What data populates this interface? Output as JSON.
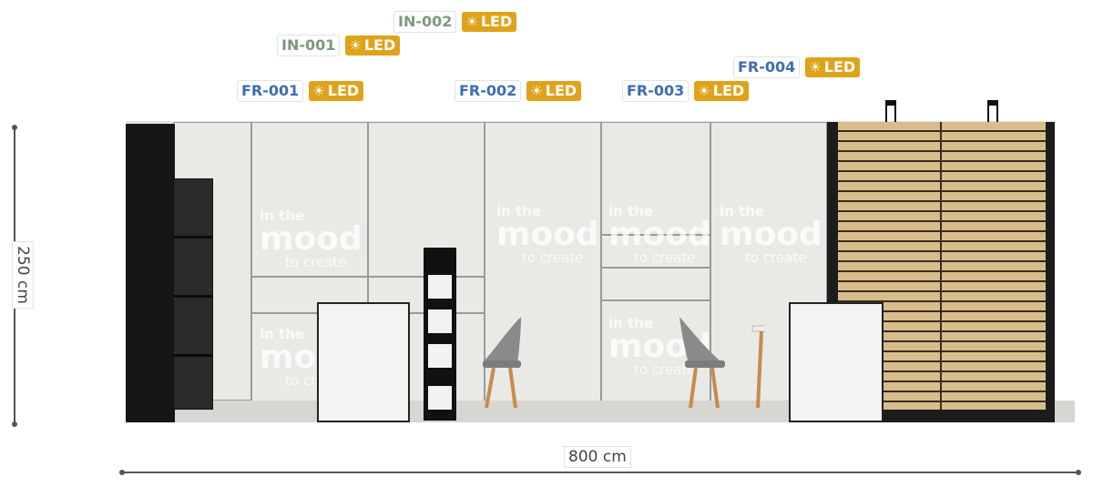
{
  "labels": {
    "in002": {
      "code": "IN-002",
      "led": "LED"
    },
    "in001": {
      "code": "IN-001",
      "led": "LED"
    },
    "fr001": {
      "code": "FR-001",
      "led": "LED"
    },
    "fr002": {
      "code": "FR-002",
      "led": "LED"
    },
    "fr003": {
      "code": "FR-003",
      "led": "LED"
    },
    "fr004": {
      "code": "FR-004",
      "led": "LED"
    }
  },
  "icons": {
    "led": "sun-icon"
  },
  "dimensions": {
    "height": "250 cm",
    "width": "800 cm"
  },
  "watermark": {
    "line1": "in the",
    "line2": "mood",
    "line3": "to create"
  },
  "colors": {
    "fr_code": "#3d6fb0",
    "in_code": "#7b9a7b",
    "led_badge": "#e0a21a"
  }
}
